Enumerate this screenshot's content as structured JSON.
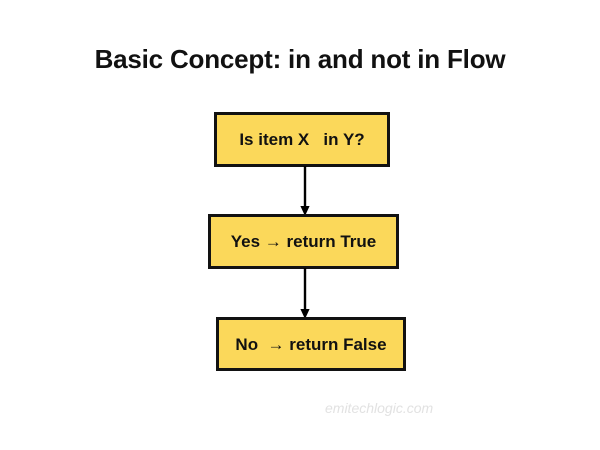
{
  "slide": {
    "background_color": "#ffffff",
    "title": "Basic Concept: in and not in Flow",
    "watermark": "emitechlogic.com"
  },
  "theme": {
    "node_fill": "#FBD85A",
    "node_border": "#121212",
    "text_color": "#111111",
    "watermark_color": "#e2e2e2",
    "connector_color": "#000000"
  },
  "flow": {
    "type": "flowchart",
    "orientation": "vertical",
    "nodes": [
      {
        "id": "question",
        "label": "Is item X   in Y?",
        "shape": "rectangle"
      },
      {
        "id": "yes-branch",
        "label": "Yes → return True",
        "shape": "rectangle"
      },
      {
        "id": "no-branch",
        "label": "No  → return False",
        "shape": "rectangle"
      }
    ],
    "connectors": [
      {
        "id": "question-to-yes",
        "from": "question",
        "to": "yes-branch",
        "style": "arrow-down"
      },
      {
        "id": "yes-to-no",
        "from": "yes-branch",
        "to": "no-branch",
        "style": "arrow-down"
      }
    ]
  }
}
